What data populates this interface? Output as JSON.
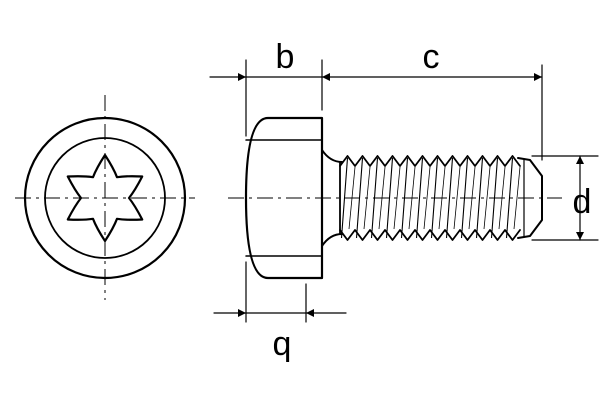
{
  "labels": {
    "b": "b",
    "c": "c",
    "d": "d",
    "q": "q"
  },
  "colors": {
    "ink": "#000000",
    "background": "#ffffff"
  }
}
